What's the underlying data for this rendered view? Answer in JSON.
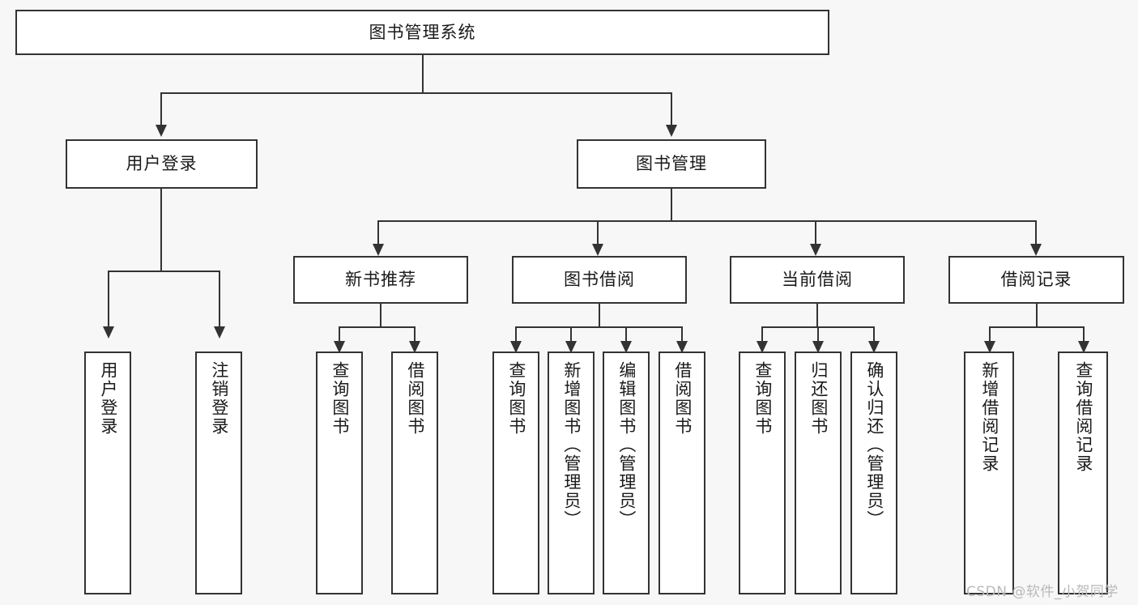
{
  "diagram": {
    "title": "图书管理系统",
    "type": "tree-hierarchy",
    "background_color": "#f7f7f7",
    "line_color": "#333333",
    "box_fill_color": "#ffffff"
  },
  "root": {
    "label": "图书管理系统"
  },
  "tier1": [
    {
      "label": "用户登录"
    },
    {
      "label": "图书管理"
    }
  ],
  "tier2": [
    {
      "label": "新书推荐"
    },
    {
      "label": "图书借阅"
    },
    {
      "label": "当前借阅"
    },
    {
      "label": "借阅记录"
    }
  ],
  "leaves": {
    "user_login": [
      {
        "label": "用户登录"
      },
      {
        "label": "注销登录"
      }
    ],
    "new_book_recommend": [
      {
        "label": "查询图书"
      },
      {
        "label": "借阅图书"
      }
    ],
    "book_borrow": [
      {
        "label": "查询图书"
      },
      {
        "label": "新增图书（管理员）"
      },
      {
        "label": "编辑图书（管理员）"
      },
      {
        "label": "借阅图书"
      }
    ],
    "current_borrow": [
      {
        "label": "查询图书"
      },
      {
        "label": "归还图书"
      },
      {
        "label": "确认归还（管理员）"
      }
    ],
    "borrow_record": [
      {
        "label": "新增借阅记录"
      },
      {
        "label": "查询借阅记录"
      }
    ]
  },
  "watermark": {
    "text": "CSDN @软件_小贺同学"
  }
}
